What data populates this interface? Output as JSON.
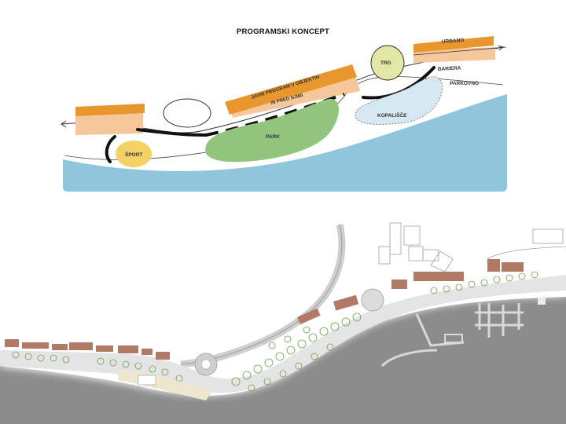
{
  "title": "PROGRAMSKI KONCEPT",
  "concept": {
    "labels": {
      "urbano": "URBANO",
      "bariera": "BARIERA",
      "parkovno": "PARKOVNO",
      "trg": "TRG",
      "javni_program": "JAVNI PROGRAM V OBJEKTIH",
      "in_pred_njimi": "IN PRED NJIMI",
      "kopalisce": "KOPALIŠČE",
      "park": "PARK",
      "sport": "ŠPORT"
    }
  },
  "colors": {
    "sea_concept": "#8fc6dc",
    "sea_plan": "#8c8c8c",
    "orange": "#e8962e",
    "orange_light": "#f6c79a",
    "park_green": "#93c47d",
    "sport_yellow": "#f2d264",
    "trg_green": "#e2e7a6",
    "kopalisce_blue": "#d6e8f2",
    "building_roof": "#b07a66"
  }
}
